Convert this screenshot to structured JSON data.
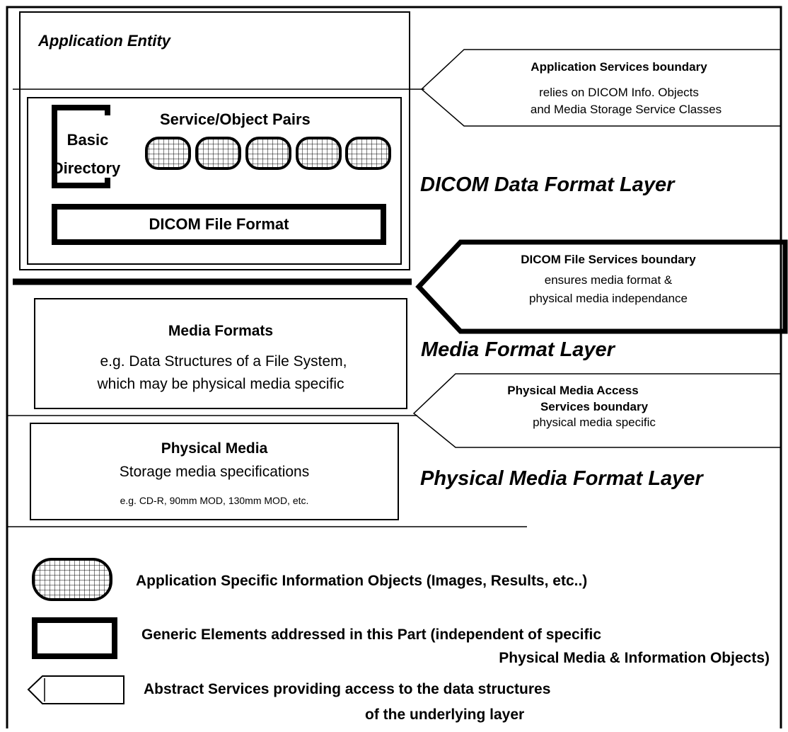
{
  "application_entity": {
    "title": "Application Entity"
  },
  "service_object_pairs": {
    "title": "Service/Object Pairs",
    "basic_directory": [
      "Basic",
      "Directory"
    ],
    "file_format": "DICOM File Format"
  },
  "boundaries": {
    "application_services": {
      "title": "Application Services boundary",
      "lines": [
        "relies on DICOM Info. Objects",
        "and Media Storage Service Classes"
      ]
    },
    "dicom_file_services": {
      "title": "DICOM File Services boundary",
      "lines": [
        "ensures media format &",
        "physical media independance"
      ]
    },
    "physical_media_access": {
      "title_lines": [
        "Physical Media Access",
        "Services boundary"
      ],
      "line": "physical media specific"
    }
  },
  "layers": {
    "data_format": "DICOM Data Format Layer",
    "media_format": "Media Format Layer",
    "physical_media_format": "Physical Media Format Layer"
  },
  "media_formats": {
    "title": "Media Formats",
    "lines": [
      "e.g. Data Structures of a File System,",
      "which may be physical media specific"
    ]
  },
  "physical_media": {
    "title": "Physical Media",
    "subtitle": "Storage media specifications",
    "examples": "e.g. CD-R, 90mm MOD, 130mm MOD, etc."
  },
  "legend": {
    "information_objects": "Application Specific Information Objects (Images, Results, etc..)",
    "generic_elements": [
      "Generic Elements addressed in this Part (independent of specific",
      "Physical Media & Information Objects)"
    ],
    "abstract_services": [
      "Abstract Services providing access to the data structures",
      "of the underlying layer"
    ]
  }
}
